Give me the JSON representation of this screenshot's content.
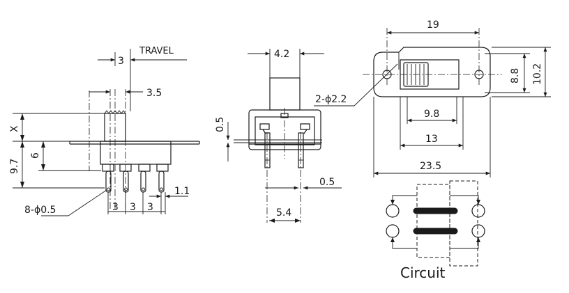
{
  "labels": {
    "travel_label": "TRAVEL",
    "circuit_label": "Circuit",
    "pins_note": "8-ϕ0.5",
    "holes_note": "2-ϕ2.2",
    "x_label": "X"
  },
  "side_view": {
    "travel": "3",
    "actuator_width": "3.5",
    "overall_height": "9.7",
    "body_height": "6",
    "pin_pitch_1": "3",
    "pin_pitch_2": "3",
    "pin_pitch_3": "3",
    "pin_width": "1.1"
  },
  "end_view": {
    "actuator_width": "4.2",
    "flange_thickness": "0.5",
    "pin_thickness": "0.5",
    "row_spacing": "5.4"
  },
  "top_view": {
    "hole_pitch": "19",
    "height_inner": "8.8",
    "height_outer": "10.2",
    "slot_inner": "9.8",
    "slot_outer": "13",
    "overall_length": "23.5"
  },
  "colors": {
    "line": "#1a1a1a",
    "background": "#ffffff"
  }
}
